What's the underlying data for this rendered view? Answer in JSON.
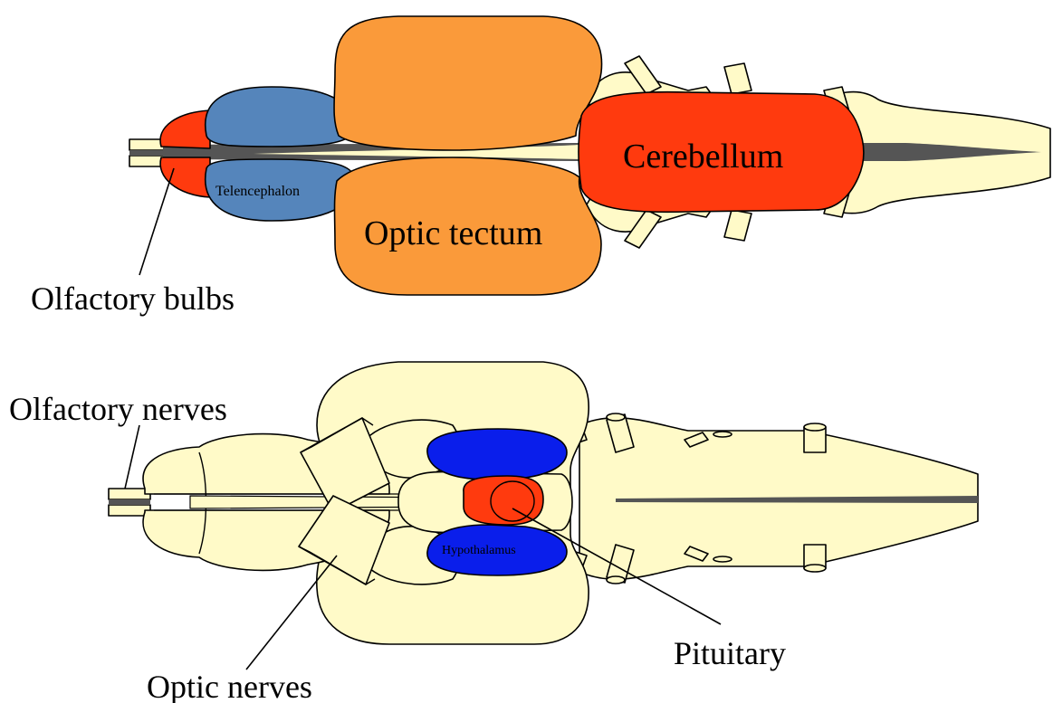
{
  "colors": {
    "cream": "#FFFAC8",
    "orange": "#FA9A3A",
    "red": "#FF3A0E",
    "steel_blue": "#5585BB",
    "blue": "#0A1EEB",
    "grey": "#555555"
  },
  "dorsal_view": {
    "labels": {
      "cerebellum": "Cerebellum",
      "optic_tectum": "Optic tectum",
      "telencephalon": "Telencephalon",
      "olfactory_bulbs": "Olfactory bulbs"
    }
  },
  "ventral_view": {
    "labels": {
      "olfactory_nerves": "Olfactory nerves",
      "hypothalamus": "Hypothalamus",
      "pituitary": "Pituitary",
      "optic_nerves": "Optic nerves"
    }
  }
}
